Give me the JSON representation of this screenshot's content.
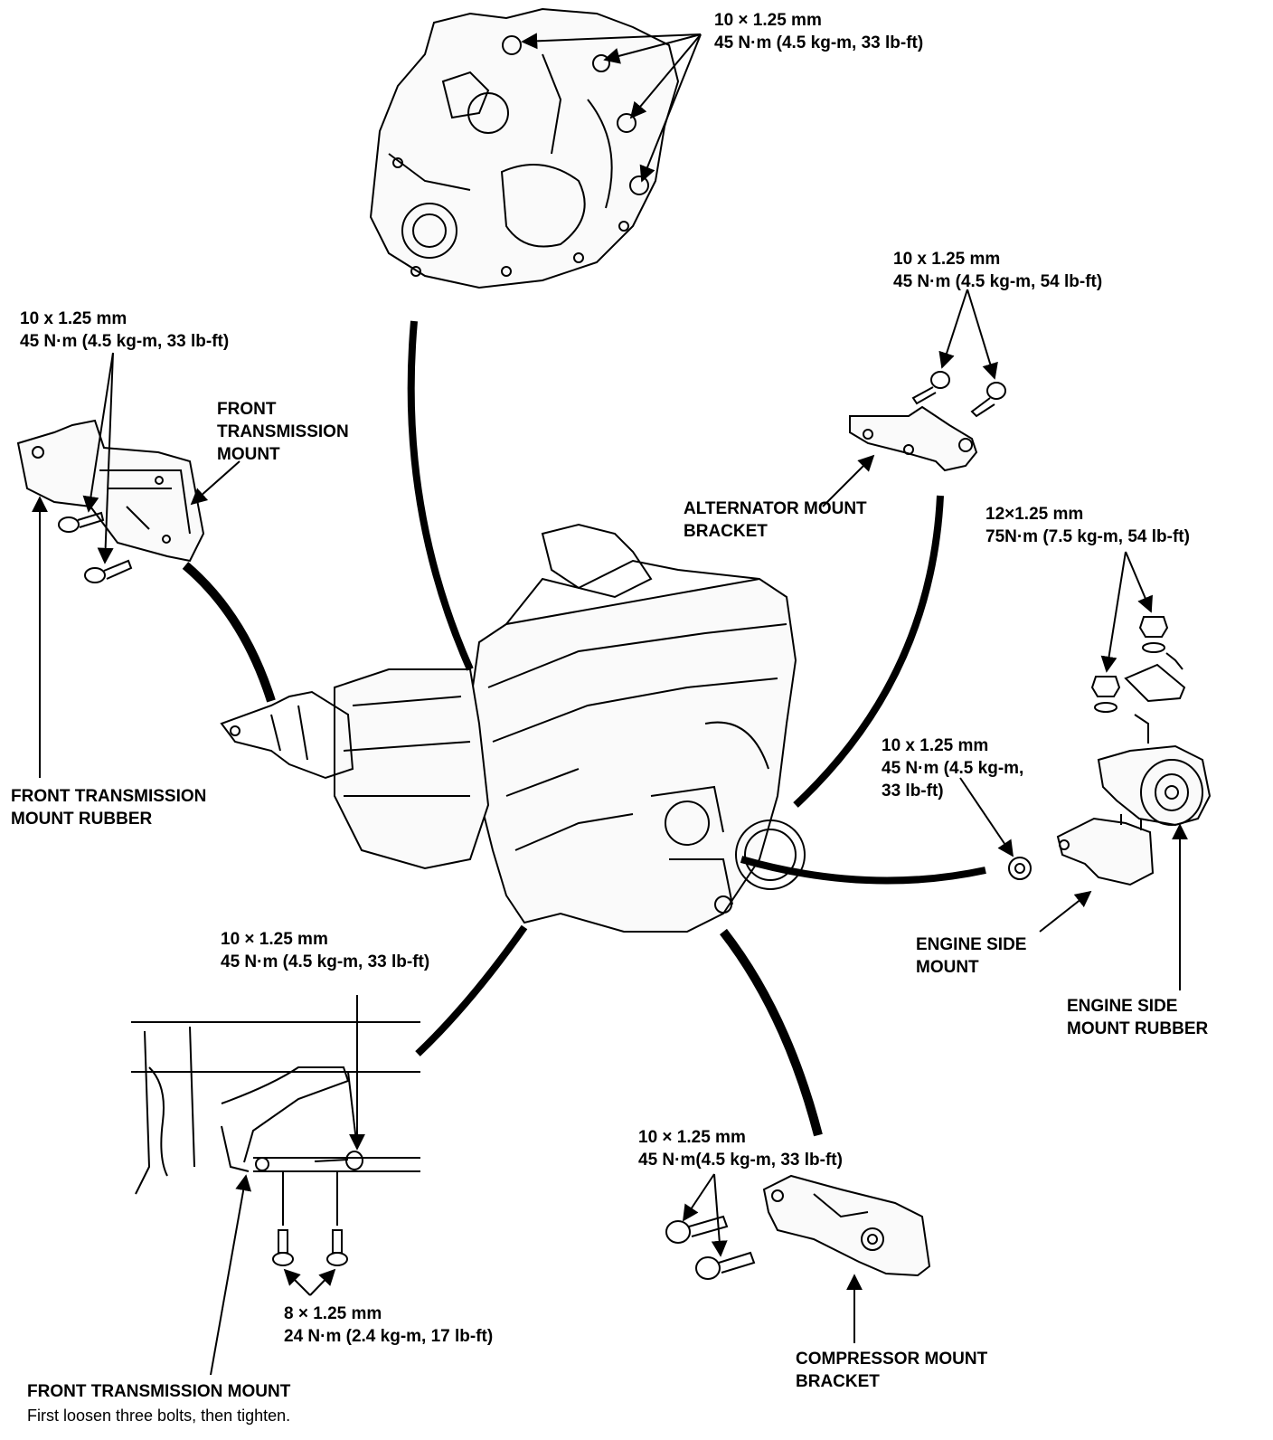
{
  "specs": {
    "top_transmission": {
      "size": "10 × 1.25 mm",
      "torque": "45 N·m (4.5 kg-m, 33 lb-ft)"
    },
    "alternator": {
      "size": "10 x 1.25 mm",
      "torque": "45 N·m (4.5 kg-m, 54 lb-ft)"
    },
    "front_trans_mount": {
      "size": "10 x 1.25 mm",
      "torque": "45 N·m (4.5 kg-m, 33 lb-ft)"
    },
    "engine_side_upper": {
      "size": "12×1.25 mm",
      "torque": "75N·m (7.5 kg-m, 54 lb-ft)"
    },
    "engine_side_nut": {
      "size": "10 x 1.25 mm",
      "torque_1": "45 N·m (4.5 kg-m,",
      "torque_2": "33 lb-ft)"
    },
    "lower_trans": {
      "size": "10 × 1.25 mm",
      "torque": "45 N·m (4.5 kg-m, 33 lb-ft)"
    },
    "compressor": {
      "size": "10 × 1.25 mm",
      "torque": "45 N·m(4.5 kg-m, 33 lb-ft)"
    },
    "lower_small": {
      "size": "8 × 1.25 mm",
      "torque": "24 N·m (2.4 kg-m, 17 lb-ft)"
    }
  },
  "labels": {
    "front_transmission_mount": [
      "FRONT",
      "TRANSMISSION",
      "MOUNT"
    ],
    "front_transmission_mount_rubber": [
      "FRONT TRANSMISSION",
      "MOUNT RUBBER"
    ],
    "alternator_mount_bracket": [
      "ALTERNATOR MOUNT",
      "BRACKET"
    ],
    "engine_side_mount": [
      "ENGINE SIDE",
      "MOUNT"
    ],
    "engine_side_mount_rubber": [
      "ENGINE SIDE",
      "MOUNT RUBBER"
    ],
    "compressor_mount_bracket": [
      "COMPRESSOR MOUNT",
      "BRACKET"
    ],
    "front_transmission_mount_bottom": "FRONT TRANSMISSION MOUNT",
    "bottom_note": "First loosen three bolts, then tighten."
  }
}
